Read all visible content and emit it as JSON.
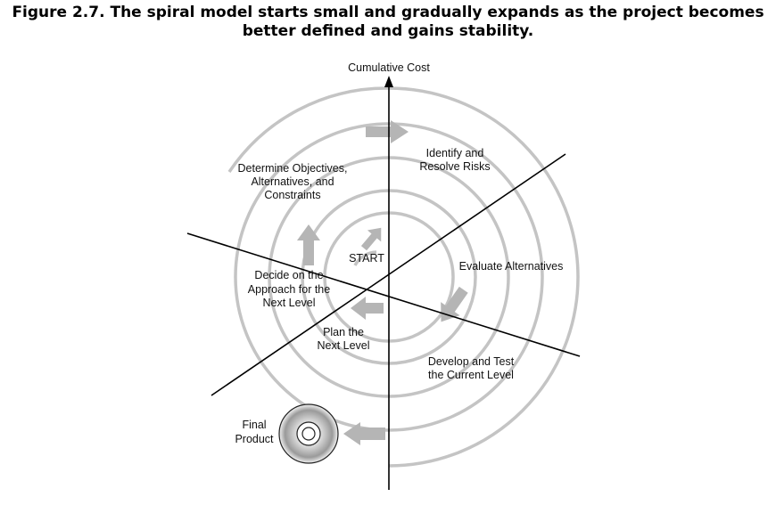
{
  "caption": {
    "line1": "Figure 2.7. The spiral model starts small and gradually expands as the project becomes",
    "line2": "better defined and gains stability."
  },
  "axis": {
    "label": "Cumulative Cost"
  },
  "quadrants": {
    "determine": [
      "Determine Objectives,",
      "Alternatives, and",
      "Constraints"
    ],
    "identify": [
      "Identify and",
      "Resolve Risks"
    ],
    "evaluate": [
      "Evaluate Alternatives"
    ],
    "develop": [
      "Develop and Test",
      "the Current Level"
    ],
    "plan": [
      "Plan the",
      "Next Level"
    ],
    "decide": [
      "Decide on the",
      "Approach for the",
      "Next Level"
    ]
  },
  "start_label": "START",
  "final": {
    "lines": [
      "Final",
      "Product"
    ],
    "icon": "cd-disc-icon"
  },
  "colors": {
    "ring": "#c4c4c4",
    "arrow": "#b5b5b5",
    "line": "#000000"
  }
}
